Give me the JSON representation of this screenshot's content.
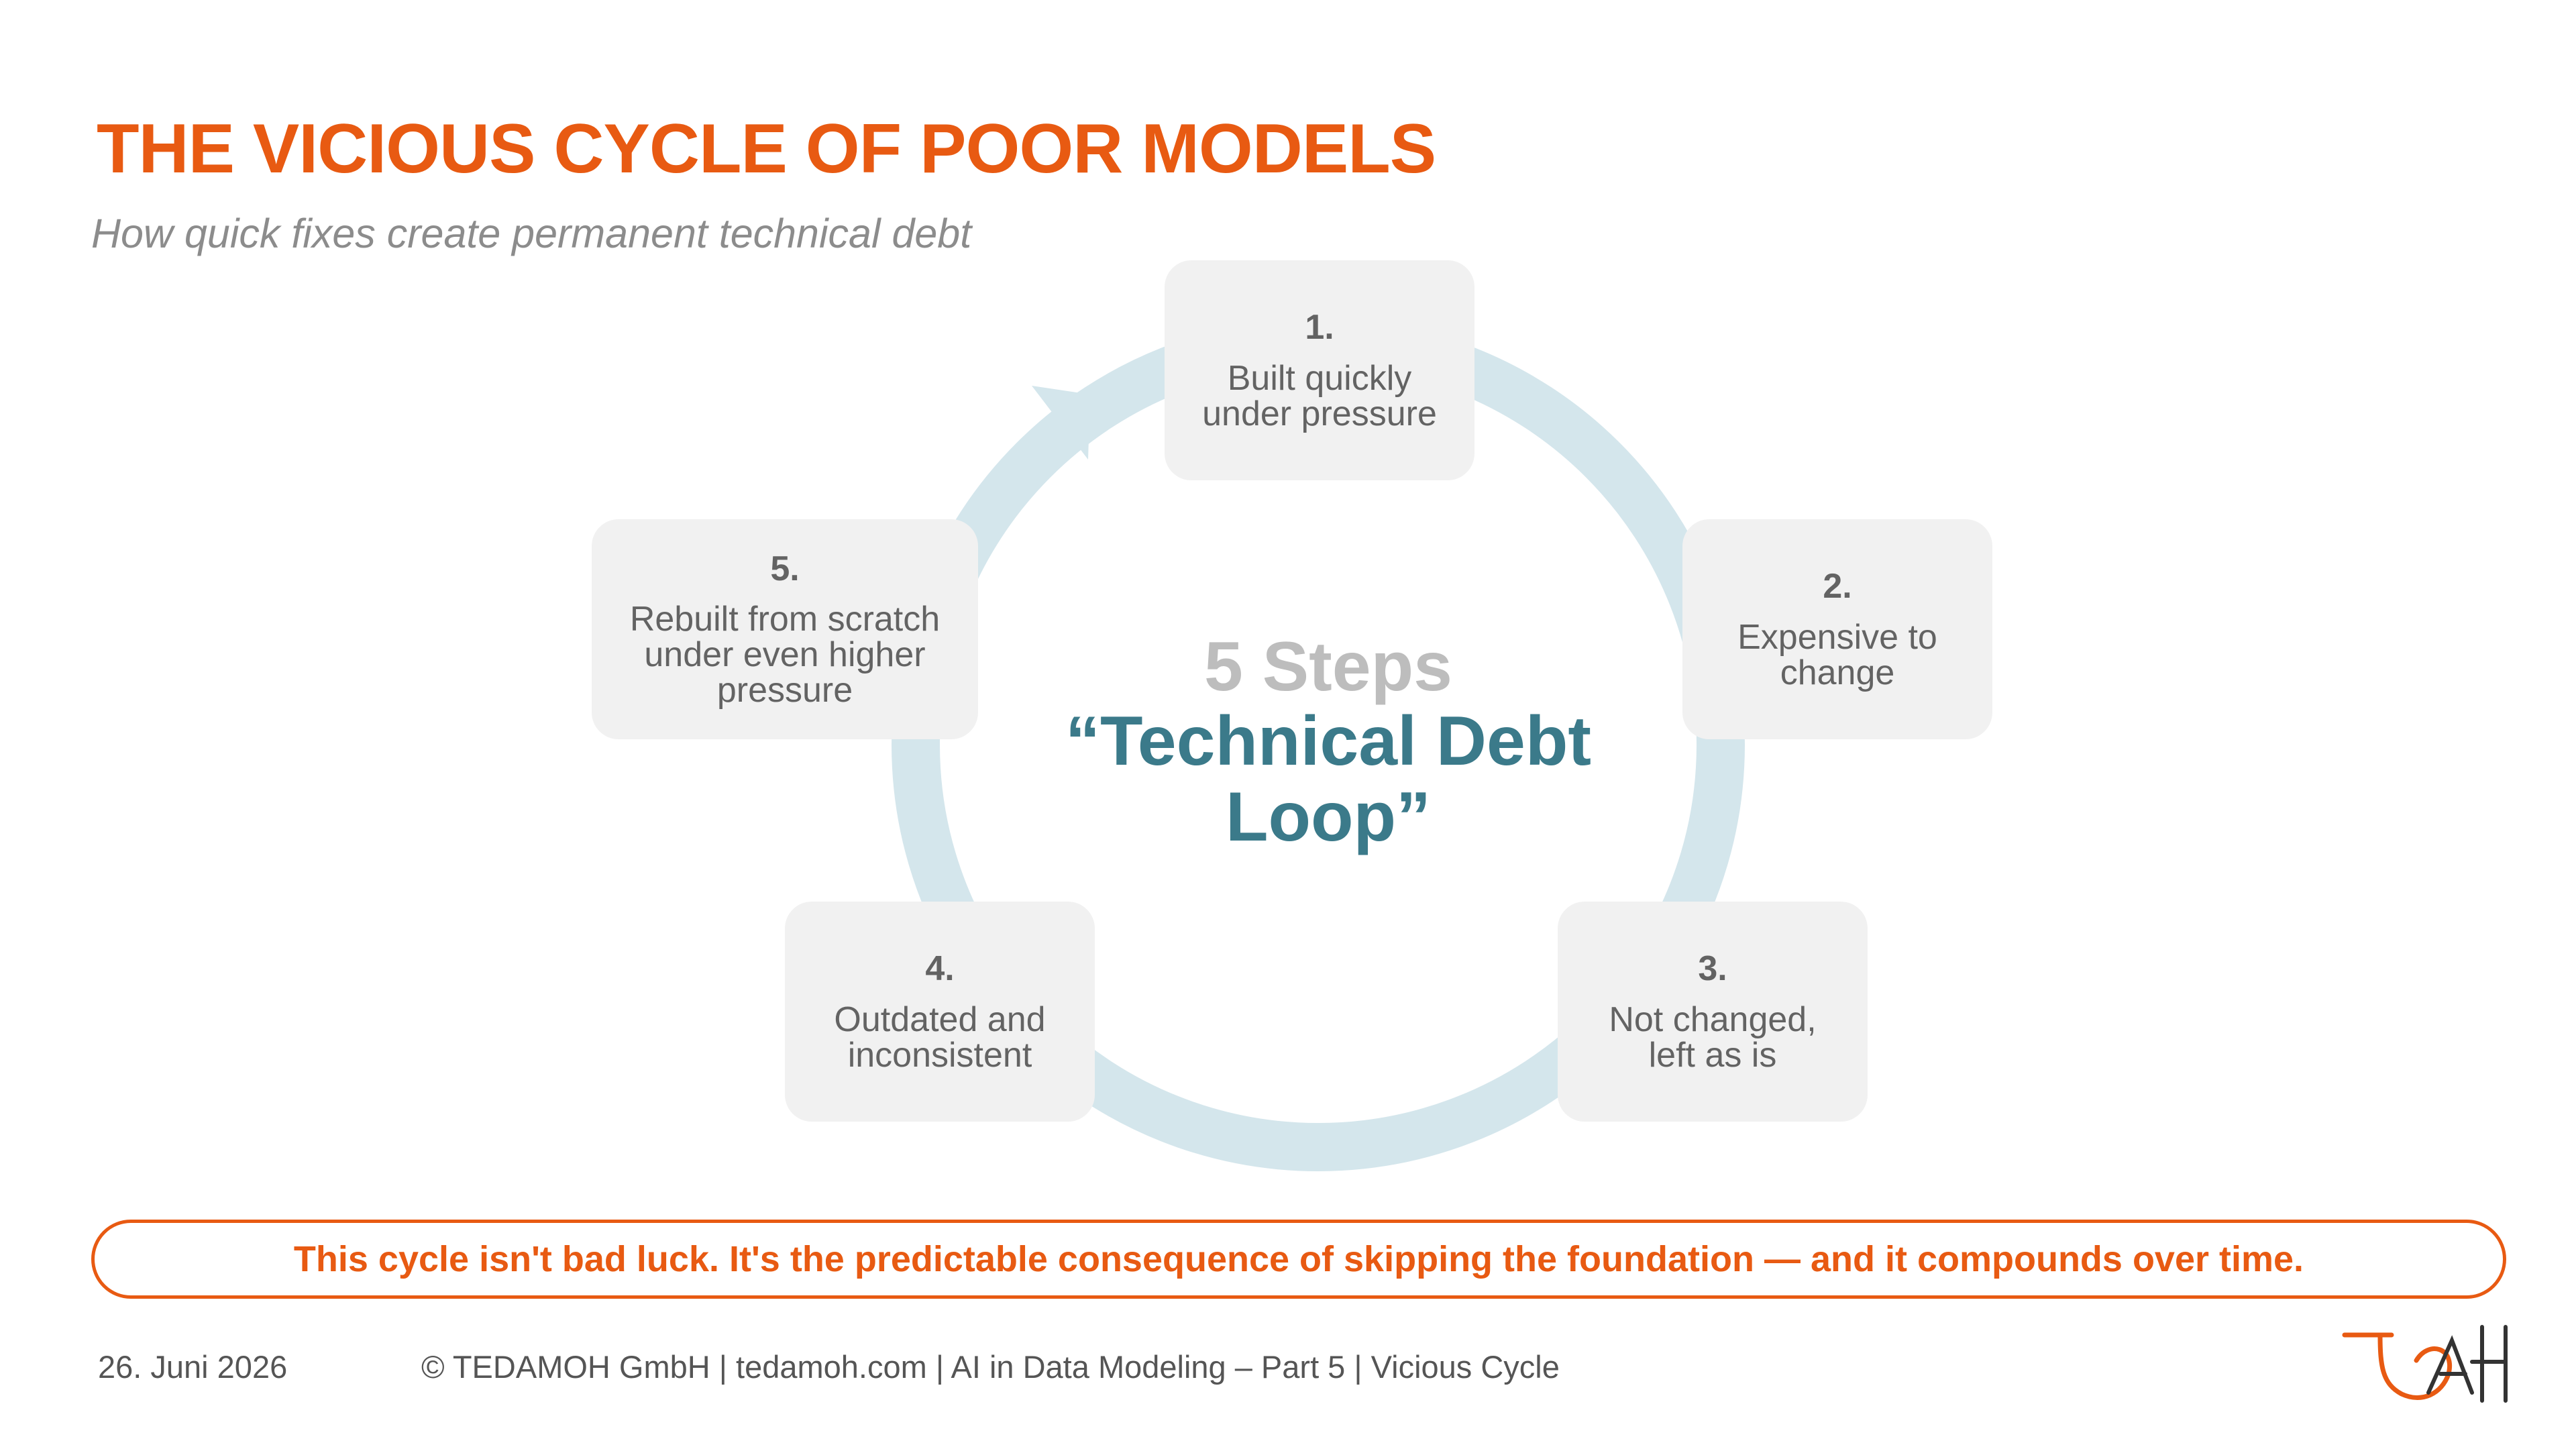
{
  "slide": {
    "title": "THE VICIOUS CYCLE OF POOR MODELS",
    "subtitle": "How quick fixes create permanent technical debt"
  },
  "cycle": {
    "steps": [
      {
        "number": "1.",
        "text": "Built quickly under pressure"
      },
      {
        "number": "2.",
        "text": "Expensive to change"
      },
      {
        "number": "3.",
        "text": "Not changed, left as is"
      },
      {
        "number": "4.",
        "text": "Outdated and inconsistent"
      },
      {
        "number": "5.",
        "text": "Rebuilt from scratch under even higher pressure"
      }
    ],
    "center_steps": "5 Steps",
    "center_loop": "“Technical Debt Loop”"
  },
  "banner": {
    "text": "This cycle isn't bad luck. It's the predictable consequence of skipping the foundation — and it compounds over time."
  },
  "footer": {
    "date": "26. Juni 2026",
    "info": "© TEDAMOH GmbH |  tedamoh.com  |  AI in Data Modeling – Part 5  |  Vicious Cycle"
  },
  "colors": {
    "accent_orange": "#e85a12",
    "teal": "#3b7a8a",
    "ring": "#d4e6ec",
    "step_bg": "#f1f1f1",
    "step_text": "#636363",
    "center_steps": "#bdbdbd",
    "subtitle": "#8c8c8c",
    "footer_text": "#555555"
  },
  "icons": {
    "logo": "tedamoh-logo"
  }
}
